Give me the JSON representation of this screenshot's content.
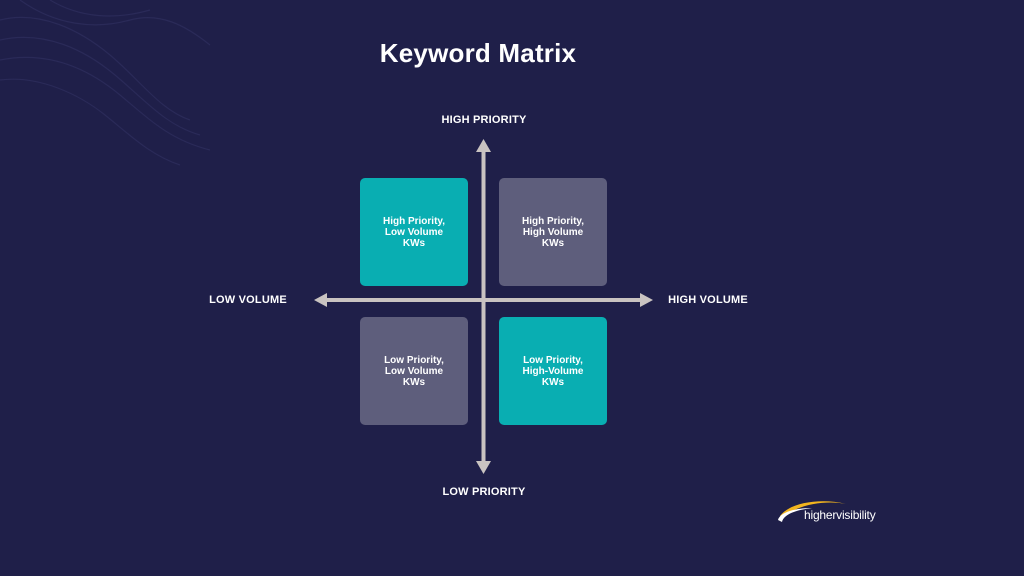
{
  "title": "Keyword Matrix",
  "axes": {
    "top": "HIGH PRIORITY",
    "bottom": "LOW PRIORITY",
    "left": "LOW VOLUME",
    "right": "HIGH VOLUME"
  },
  "quadrants": {
    "top_left": {
      "lines": [
        "High Priority,",
        "Low Volume",
        "KWs"
      ],
      "color": "#09aeb2"
    },
    "top_right": {
      "lines": [
        "High Priority,",
        "High Volume",
        "KWs"
      ],
      "color": "#5e5e7c"
    },
    "bottom_left": {
      "lines": [
        "Low Priority,",
        "Low Volume",
        "KWs"
      ],
      "color": "#5e5e7c"
    },
    "bottom_right": {
      "lines": [
        "Low Priority,",
        "High-Volume",
        "KWs"
      ],
      "color": "#09aeb2"
    }
  },
  "logo": {
    "text": "highervisibility"
  },
  "colors": {
    "background": "#1f1f49",
    "teal": "#09aeb2",
    "gray": "#5e5e7c",
    "axis": "#c9c3c1",
    "logo_accent": "#f2b41e"
  }
}
